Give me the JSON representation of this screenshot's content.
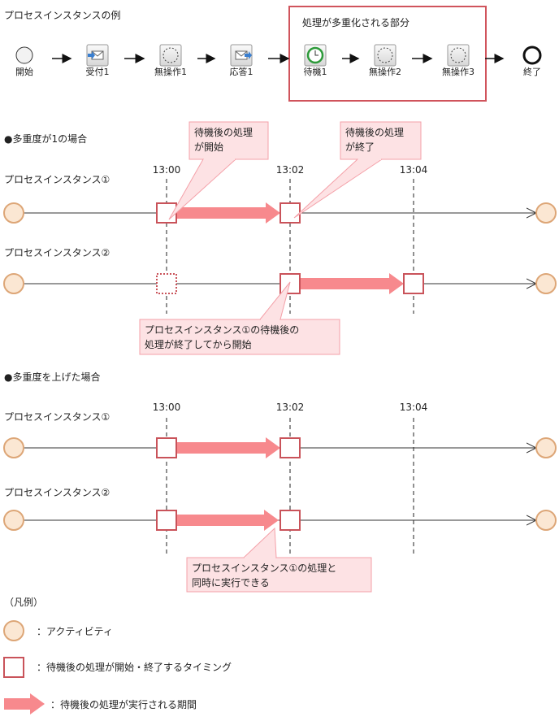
{
  "title": "プロセスインスタンスの例",
  "flow": {
    "group_label": "処理が多重化される部分",
    "nodes": [
      {
        "label": "開始",
        "icon": "start-event-icon"
      },
      {
        "label": "受付1",
        "icon": "receive-message-icon"
      },
      {
        "label": "無操作1",
        "icon": "no-op-icon"
      },
      {
        "label": "応答1",
        "icon": "send-message-icon"
      },
      {
        "label": "待機1",
        "icon": "timer-clock-icon"
      },
      {
        "label": "無操作2",
        "icon": "no-op-icon"
      },
      {
        "label": "無操作3",
        "icon": "no-op-icon"
      },
      {
        "label": "終了",
        "icon": "end-event-icon"
      }
    ]
  },
  "section1": {
    "heading": "●多重度が1の場合",
    "times": [
      "13:00",
      "13:02",
      "13:04"
    ],
    "rows": [
      "プロセスインスタンス①",
      "プロセスインスタンス②"
    ],
    "callouts": [
      "待機後の処理\nが開始",
      "待機後の処理\nが終了",
      "プロセスインスタンス①の待機後の\n処理が終了してから開始"
    ]
  },
  "section2": {
    "heading": "●多重度を上げた場合",
    "times": [
      "13:00",
      "13:02",
      "13:04"
    ],
    "rows": [
      "プロセスインスタンス①",
      "プロセスインスタンス②"
    ],
    "callouts": [
      "プロセスインスタンス①の処理と\n同時に実行できる"
    ]
  },
  "legend": {
    "heading": "（凡例）",
    "items": [
      {
        "symbol": "activity-circle",
        "label": "：アクティビティ"
      },
      {
        "symbol": "timing-square",
        "label": "：待機後の処理が開始・終了するタイミング"
      },
      {
        "symbol": "period-arrow",
        "label": "：待機後の処理が実行される期間"
      }
    ]
  },
  "colors": {
    "group_border": "#d0545c",
    "square_border": "#c9535a",
    "period_arrow": "#f7898d",
    "callout_fill": "#fde2e4",
    "callout_border": "#f4a0a8",
    "activity_fill": "#fbe7d3",
    "activity_border": "#dda677"
  }
}
